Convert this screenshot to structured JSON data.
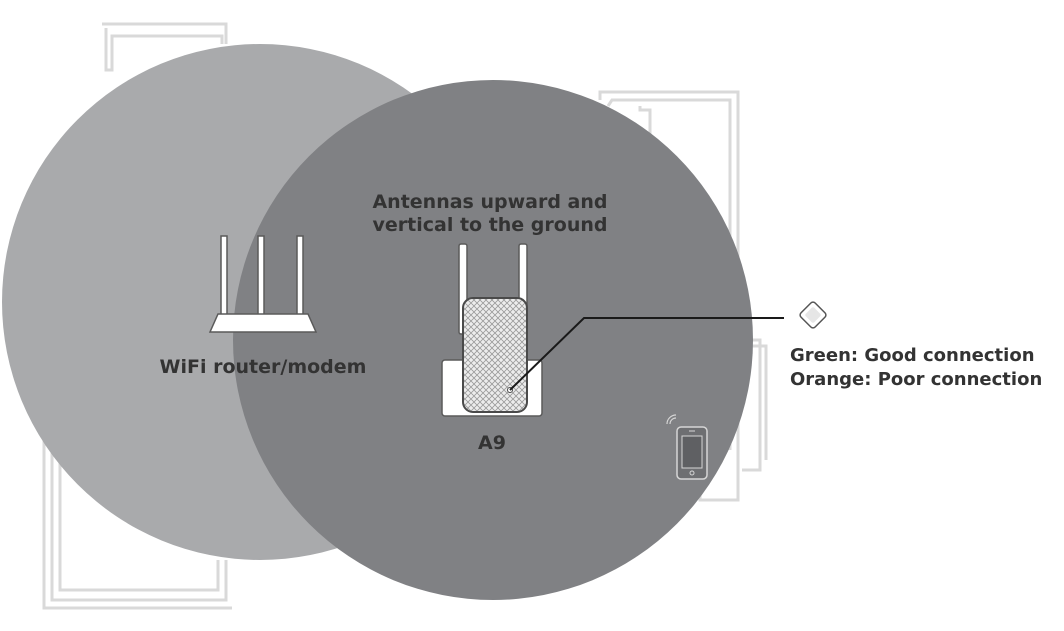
{
  "router_label": "WiFi router/modem",
  "antenna_caption": [
    "Antennas upward and",
    "vertical to the ground"
  ],
  "extender_label": "A9",
  "legend": {
    "green": "Green: Good connection",
    "orange": "Orange: Poor connection"
  },
  "icons": {
    "router": "router-icon",
    "extender": "range-extender-icon",
    "led": "led-diamond-icon",
    "phone": "smartphone-wifi-icon"
  },
  "colors": {
    "background": "#ffffff",
    "router_coverage": "#a9aaac",
    "extender_coverage": "#808184",
    "walls": "#d9d9d9",
    "text": "#333333"
  }
}
